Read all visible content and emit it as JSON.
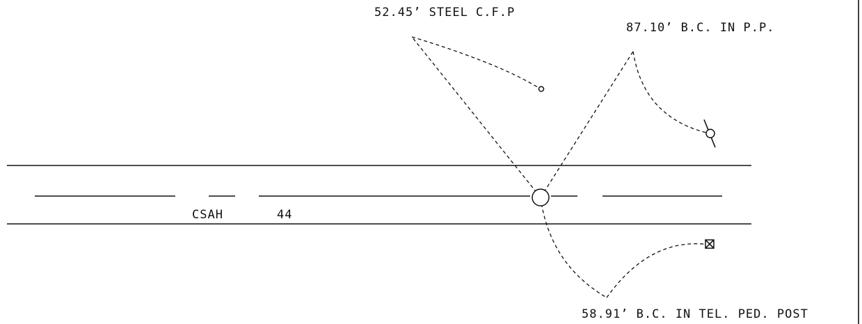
{
  "diagram": {
    "road_name": "CSAH",
    "road_number": "44",
    "ties": [
      {
        "label": "52.45’ STEEL C.F.P"
      },
      {
        "label": "87.10’ B.C. IN P.P."
      },
      {
        "label": "58.91’ B.C. IN TEL. PED. POST"
      }
    ]
  }
}
